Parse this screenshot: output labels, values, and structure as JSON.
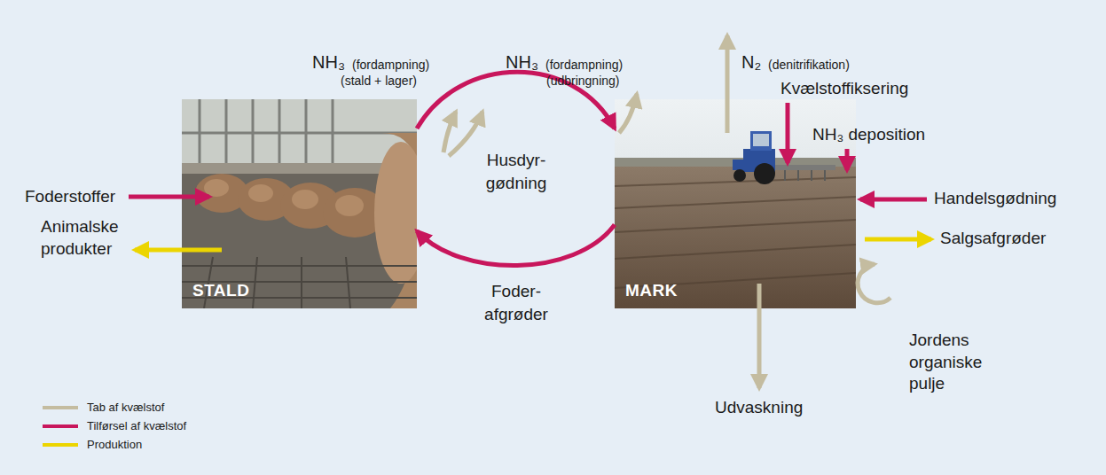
{
  "diagram": {
    "nodes": [
      {
        "text": [
          "STALD"
        ]
      },
      {
        "text": [
          "MARK"
        ]
      }
    ],
    "edges": [
      {
        "from": 0,
        "to": 1,
        "arrow": "to",
        "label": "Husdyr- gødning"
      },
      {
        "from": 1,
        "to": 0,
        "arrow": "to",
        "label": "Foder- afgrøder"
      }
    ],
    "labels": [
      "NH₃",
      "(fordampning)",
      "(stald + lager)",
      "NH₃",
      "(fordampning)",
      "(udbringning)",
      "N₂",
      "(denitrifikation)",
      "Kvælstoffiksering",
      "NH₃ deposition",
      "Handelsgødning",
      "Foderstoffer",
      "Animalske produkter",
      "Salgsafgrøder",
      "Udvaskning",
      "Jordens organiske pulje"
    ],
    "legend": [
      {
        "text": "Tab af kvælstof",
        "color": "#c4bca0"
      },
      {
        "text": "Tilførsel af kvælstof",
        "color": "#c8165c"
      },
      {
        "text": "Produktion",
        "color": "#ecd500"
      }
    ]
  }
}
